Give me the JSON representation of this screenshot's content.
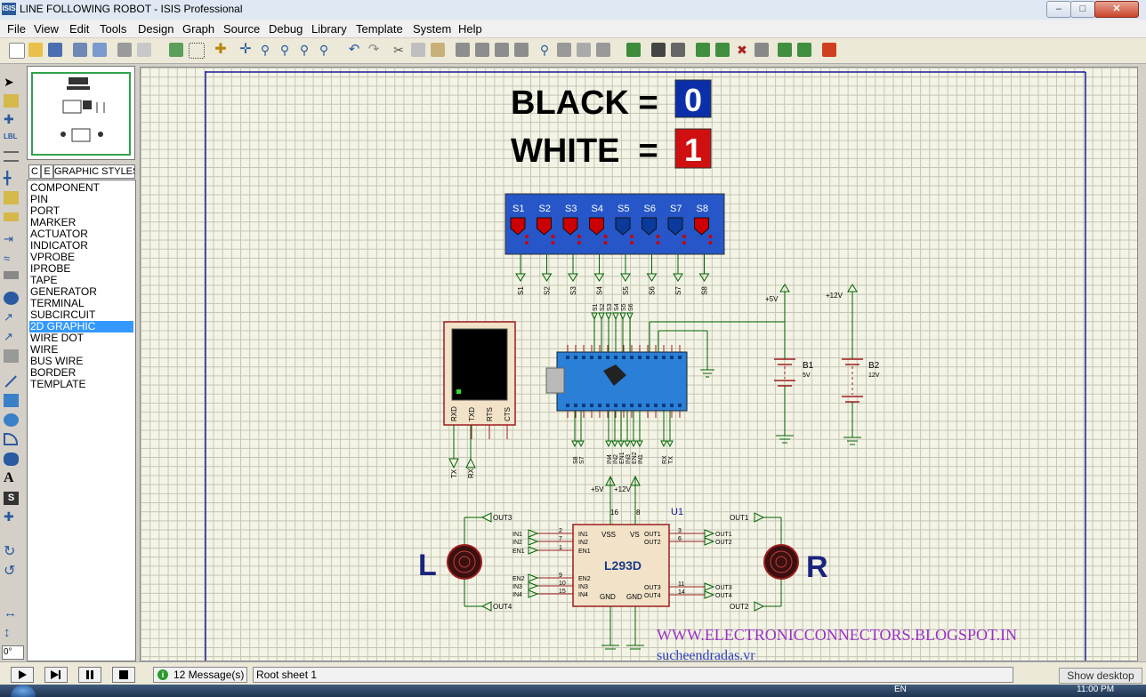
{
  "window": {
    "title": "LINE FOLLOWING ROBOT - ISIS Professional",
    "app_icon_label": "ISIS"
  },
  "menu": [
    "File",
    "View",
    "Edit",
    "Tools",
    "Design",
    "Graph",
    "Source",
    "Debug",
    "Library",
    "Template",
    "System",
    "Help"
  ],
  "panel": {
    "tab_c": "C",
    "tab_e": "E",
    "tab_title": "GRAPHIC STYLES",
    "items": [
      "COMPONENT",
      "PIN",
      "PORT",
      "MARKER",
      "ACTUATOR",
      "INDICATOR",
      "VPROBE",
      "IPROBE",
      "TAPE",
      "GENERATOR",
      "TERMINAL",
      "SUBCIRCUIT",
      "2D GRAPHIC",
      "WIRE DOT",
      "WIRE",
      "BUS WIRE",
      "BORDER",
      "TEMPLATE"
    ],
    "selected_index": 12
  },
  "angle": "0°",
  "schematic": {
    "legend": {
      "black_label": "BLACK =",
      "black_value": "0",
      "white_label": "WHITE  =",
      "white_value": "1"
    },
    "sensor_labels": [
      "S1",
      "S2",
      "S3",
      "S4",
      "S5",
      "S6",
      "S7",
      "S8"
    ],
    "sensor_states": [
      "red",
      "red",
      "red",
      "red",
      "blue",
      "blue",
      "blue",
      "red"
    ],
    "terminal_labels": [
      "S1",
      "S2",
      "S3",
      "S4",
      "S5",
      "S6",
      "S7",
      "S8"
    ],
    "nano_top_labels": [
      "S1",
      "S2",
      "S3",
      "S4",
      "S5",
      "S6"
    ],
    "nano_bottom_left": [
      "S8",
      "S7"
    ],
    "nano_bottom_mid": [
      "IN4",
      "IN2",
      "EN1",
      "IN3",
      "EN2",
      "IN1"
    ],
    "nano_bottom_right": [
      "RX",
      "TX"
    ],
    "terminal_pins": [
      "RXD",
      "TXD",
      "RTS",
      "CTS"
    ],
    "terminal_tx": "TX",
    "terminal_rx": "RX",
    "power_5v": "+5V",
    "power_12v": "+12V",
    "battery_b1": "B1",
    "battery_b1_val": "5V",
    "battery_b2": "B2",
    "battery_b2_val": "12V",
    "ic": {
      "ref": "U1",
      "name": "L293D",
      "pin16": "16",
      "pin8": "8",
      "left_pins": [
        {
          "label": "IN1",
          "num": "2",
          "net": "IN1"
        },
        {
          "label": "IN2",
          "num": "7",
          "net": "IN2"
        },
        {
          "label": "EN1",
          "num": "1",
          "net": "EN1"
        },
        {
          "label": "EN2",
          "num": "9",
          "net": "EN2"
        },
        {
          "label": "IN3",
          "num": "10",
          "net": "IN3"
        },
        {
          "label": "IN4",
          "num": "15",
          "net": "IN4"
        }
      ],
      "right_pins": [
        {
          "label": "OUT1",
          "num": "3",
          "net": "OUT1"
        },
        {
          "label": "OUT2",
          "num": "6",
          "net": "OUT2"
        },
        {
          "label": "OUT3",
          "num": "11",
          "net": "OUT3"
        },
        {
          "label": "OUT4",
          "num": "14",
          "net": "OUT4"
        }
      ],
      "vss": "VSS",
      "vs": "VS",
      "gnd": "GND"
    },
    "motor_left_label": "L",
    "motor_right_label": "R",
    "out3_left": "OUT3",
    "out4_left": "OUT4",
    "out1_right": "OUT1",
    "out2_right": "OUT2",
    "watermark_url": "WWW.ELECTRONICCONNECTORS.BLOGSPOT.IN",
    "watermark_author": "sucheendradas.vr"
  },
  "status": {
    "messages": "12 Message(s)",
    "sheet": "Root sheet 1",
    "show_desktop": "Show desktop"
  },
  "taskbar": {
    "lang": "EN",
    "clock": "11:00 PM"
  },
  "colors": {
    "sheet_bg": "#f4f4e6",
    "border_blue": "#1a1a9c",
    "wire_green": "#006400",
    "component_red": "#9c1c1c",
    "nano_blue": "#2a7fd6",
    "watermark": "#9b30c8",
    "sensor_red": "#cc0000",
    "sensor_blue": "#0a3b9c"
  }
}
